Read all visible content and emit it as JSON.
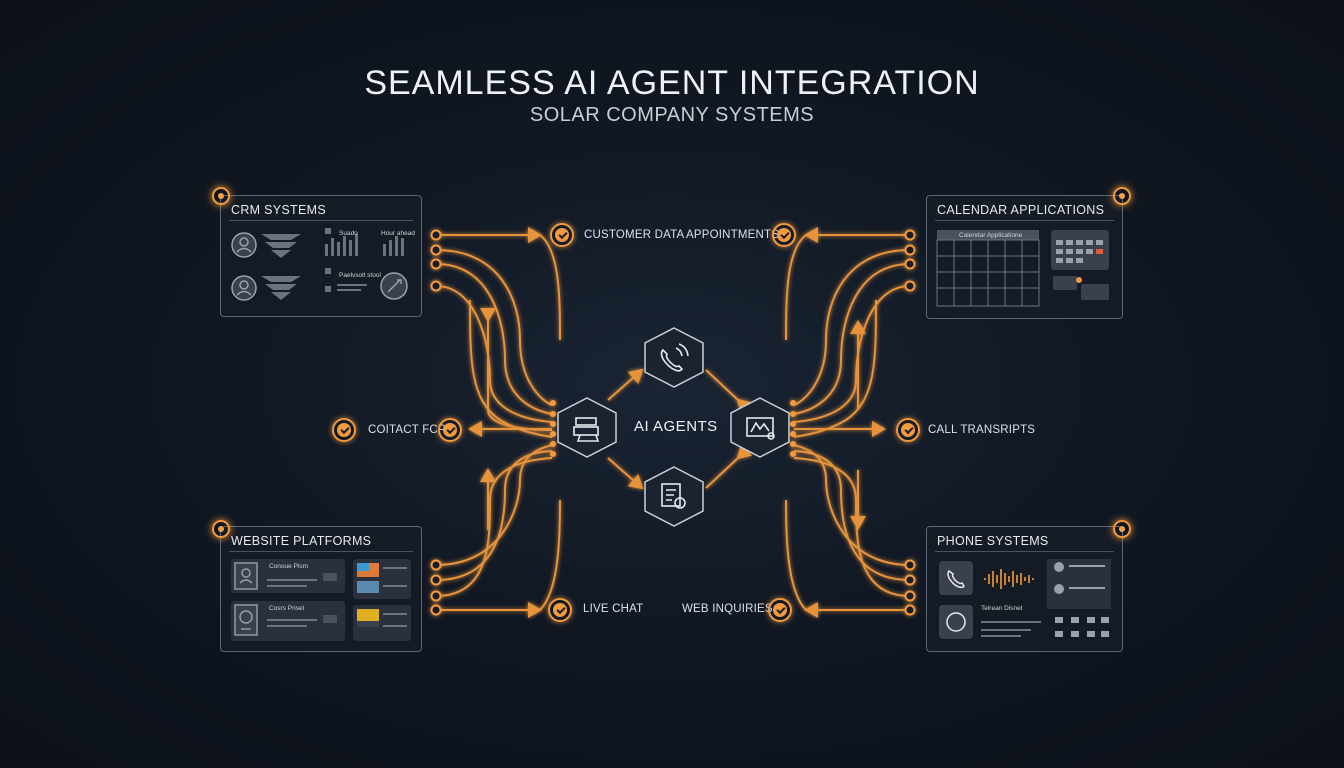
{
  "title": "SEAMLESS AI AGENT INTEGRATION",
  "subtitle": "SOLAR COMPANY SYSTEMS",
  "hub": {
    "label": "AI AGENTS"
  },
  "panels": {
    "crm": {
      "title": "CRM SYSTEMS",
      "texts": [
        "Suado",
        "Hour ahead",
        "Paelvsolt stool"
      ]
    },
    "calendar": {
      "title": "CALENDAR APPLICATIONS",
      "texts": [
        "Calendar Applicatione"
      ]
    },
    "website": {
      "title": "WEBSITE PLATFORMS",
      "texts": [
        "Conoue Pism",
        "Cosrs Pnsel"
      ]
    },
    "phone": {
      "title": "PHONE SYSTEMS",
      "texts": [
        "Telrean Disnet"
      ]
    }
  },
  "flows": {
    "customer_data": "CUSTOMER DATA",
    "appointments": "APPOINTMENTS",
    "contact_forms": "COITACT FCPA",
    "call_transcripts": "CALL TRANSRIPTS",
    "live_chat": "LIVE CHAT",
    "web_inquiries": "WEB INQUIRIES"
  },
  "icons": {
    "top_hex": "phone-wave-icon",
    "left_hex": "layers-stack-icon",
    "right_hex": "chart-board-icon",
    "bottom_hex": "document-gear-icon"
  },
  "colors": {
    "accent": "#f29a3d",
    "background": "#0f1620",
    "panel_border": "#5d6674"
  }
}
